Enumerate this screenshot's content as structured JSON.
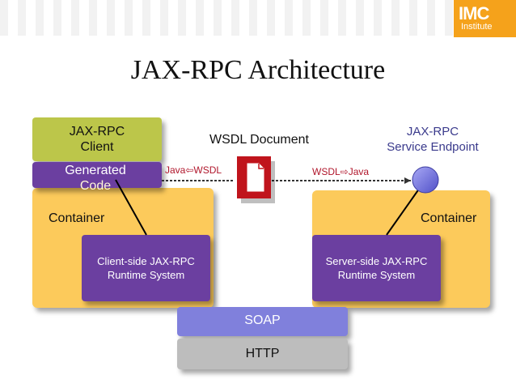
{
  "slide": {
    "title": "JAX-RPC Architecture",
    "logo": {
      "line1": "IMC",
      "line2": "Institute"
    }
  },
  "client": {
    "box_label_line1": "JAX-RPC",
    "box_label_line2": "Client",
    "generated_code_line1": "Generated",
    "generated_code_line2": "Code",
    "container_label": "Container",
    "runtime_line1": "Client-side JAX-RPC",
    "runtime_line2": "Runtime System"
  },
  "wsdl": {
    "document_label": "WSDL Document",
    "left_arrow_label": "Java⇦WSDL",
    "right_arrow_label": "WSDL⇨Java"
  },
  "server": {
    "endpoint_line1": "JAX-RPC",
    "endpoint_line2": "Service Endpoint",
    "container_label": "Container",
    "runtime_line1": "Server-side JAX-RPC",
    "runtime_line2": "Runtime System"
  },
  "protocols": {
    "soap": "SOAP",
    "http": "HTTP"
  },
  "colors": {
    "container": "#fcca5b",
    "runtime": "#6b3fa0",
    "client_box": "#bcc64a",
    "soap": "#8080dc",
    "http": "#bdbdbd",
    "endpoint_text": "#3a3a8c",
    "arrow_label": "#b0162b",
    "document": "#c0141c",
    "logo": "#f5a21b"
  }
}
